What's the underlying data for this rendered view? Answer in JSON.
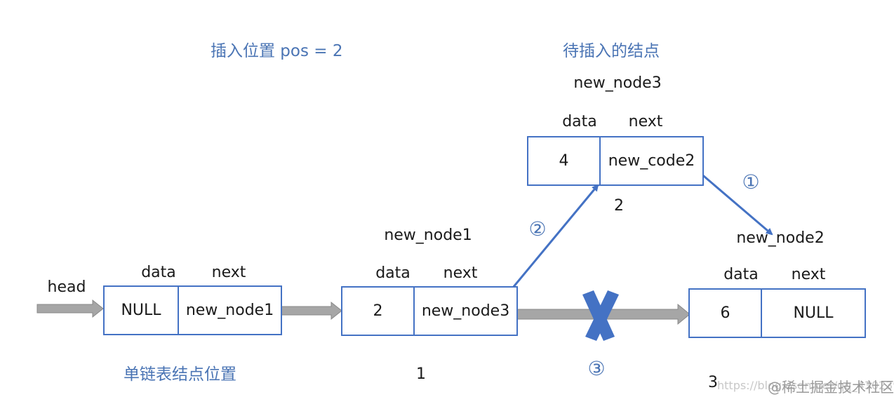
{
  "diagram": {
    "labels": {
      "insert_position": "插入位置 pos = 2",
      "node_to_insert": "待插入的结点",
      "list_node_positions": "单链表结点位置",
      "head": "head"
    },
    "inserted_node": {
      "name": "new_node3",
      "data_header": "data",
      "next_header": "next",
      "data_value": "4",
      "next_value": "new_code2",
      "position": "2"
    },
    "list_nodes": [
      {
        "name": "",
        "data_header": "data",
        "next_header": "next",
        "data_value": "NULL",
        "next_value": "new_node1",
        "position": ""
      },
      {
        "name": "new_node1",
        "data_header": "data",
        "next_header": "next",
        "data_value": "2",
        "next_value": "new_node3",
        "position": "1"
      },
      {
        "name": "new_node2",
        "data_header": "data",
        "next_header": "next",
        "data_value": "6",
        "next_value": "NULL",
        "position": "3"
      }
    ],
    "steps": [
      "①",
      "②",
      "③"
    ],
    "colors": {
      "box_border": "#4472c4",
      "blue_arrow": "#4472c4",
      "grey_arrow": "#a0a0a0",
      "cross": "#4472c4",
      "label_blue": "#4a74b4"
    }
  },
  "watermark": {
    "url_text": "https://blog.csdn.net/qq_43023907",
    "brand_text": "@稀土掘金技术社区"
  }
}
